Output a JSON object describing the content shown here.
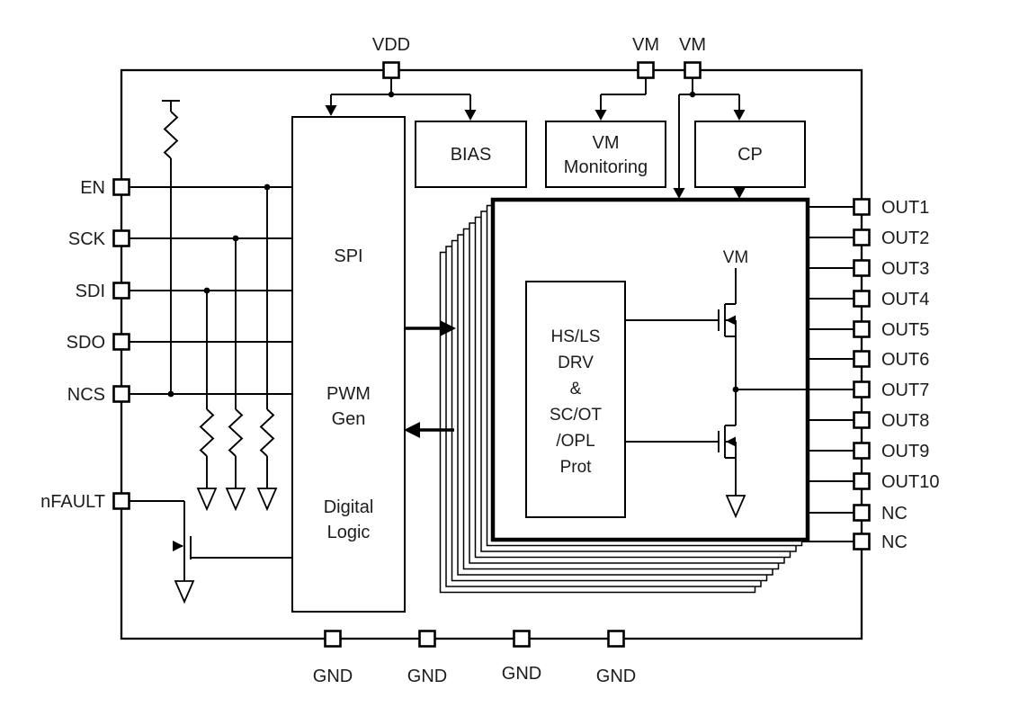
{
  "pins": {
    "top": [
      "VDD",
      "VM",
      "VM"
    ],
    "left": [
      "EN",
      "SCK",
      "SDI",
      "SDO",
      "NCS",
      "nFAULT"
    ],
    "right": [
      "OUT1",
      "OUT2",
      "OUT3",
      "OUT4",
      "OUT5",
      "OUT6",
      "OUT7",
      "OUT8",
      "OUT9",
      "OUT10",
      "NC",
      "NC"
    ],
    "bottom": [
      "GND",
      "GND",
      "GND",
      "GND"
    ]
  },
  "blocks": {
    "spi": "SPI",
    "pwm_line1": "PWM",
    "pwm_line2": "Gen",
    "logic_line1": "Digital",
    "logic_line2": "Logic",
    "bias": "BIAS",
    "vm_mon_line1": "VM",
    "vm_mon_line2": "Monitoring",
    "cp": "CP",
    "drv_lines": [
      "HS/LS",
      "DRV",
      "&",
      "SC/OT",
      "/OPL",
      "Prot"
    ],
    "vm_net": "VM"
  },
  "colors": {
    "line": "#000000",
    "text": "#1c1c1c",
    "background": "#ffffff"
  }
}
